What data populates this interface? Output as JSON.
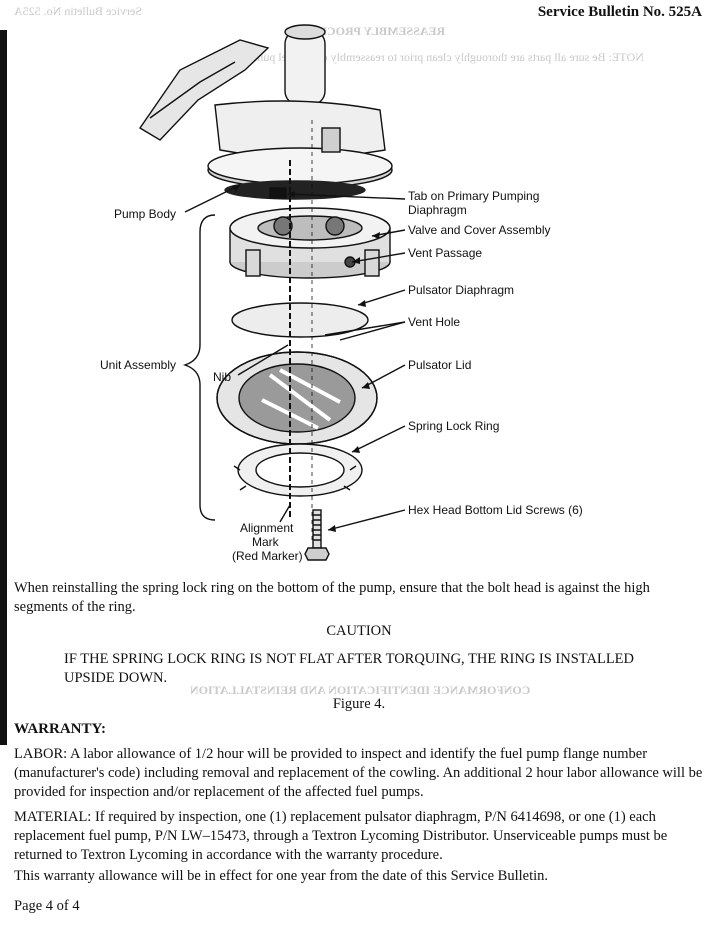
{
  "header": {
    "bulletin": "Service Bulletin No. 525A"
  },
  "figure": {
    "labels": {
      "pump_body": "Pump Body",
      "tab_line1": "Tab on Primary Pumping",
      "tab_line2": "Diaphragm",
      "valve_cover": "Valve and Cover Assembly",
      "vent_passage": "Vent Passage",
      "pulsator_diaphragm": "Pulsator Diaphragm",
      "vent_hole": "Vent Hole",
      "unit_assembly": "Unit Assembly",
      "nib": "Nib",
      "pulsator_lid": "Pulsator Lid",
      "spring_lock_ring": "Spring Lock Ring",
      "hex_screws": "Hex Head Bottom Lid Screws (6)",
      "alignment_line1": "Alignment",
      "alignment_line2": "Mark",
      "alignment_line3": "(Red Marker)"
    }
  },
  "body": {
    "reinstall_note": "When reinstalling the spring lock ring on the bottom of the pump, ensure that the bolt head is against the high segments of the ring.",
    "caution_title": "CAUTION",
    "caution_text": "IF THE SPRING LOCK RING IS NOT FLAT AFTER TORQUING, THE RING IS INSTALLED UPSIDE DOWN.",
    "figure_caption": "Figure 4.",
    "warranty_heading": "WARRANTY:",
    "labor": "LABOR: A labor allowance of 1/2 hour will be provided to inspect and identify the fuel pump flange number (manufacturer's code) including removal and replacement of the cowling. An additional 2 hour labor allowance will be provided for inspection and/or replacement of the affected fuel pumps.",
    "material": "MATERIAL: If required by inspection, one (1) replacement pulsator diaphragm, P/N 6414698, or one (1) each replacement fuel pump, P/N LW–15473, through a Textron Lycoming Distributor. Unserviceable pumps must be returned to Textron Lycoming in accordance with the warranty procedure.",
    "allowance": "This warranty allowance will be in effect for one year from the date of this Service Bulletin.",
    "page": "Page 4 of 4"
  },
  "bleed_through": {
    "top_left": "Service Bulletin No. 525A",
    "heading": "REASSEMBLY PROCEDURE",
    "note": "NOTE: Be sure all parts are thoroughly clean prior to reassembly of the fuel pump.",
    "lower_heading": "CONFORMANCE IDENTIFICATION AND REINSTALLATION"
  }
}
